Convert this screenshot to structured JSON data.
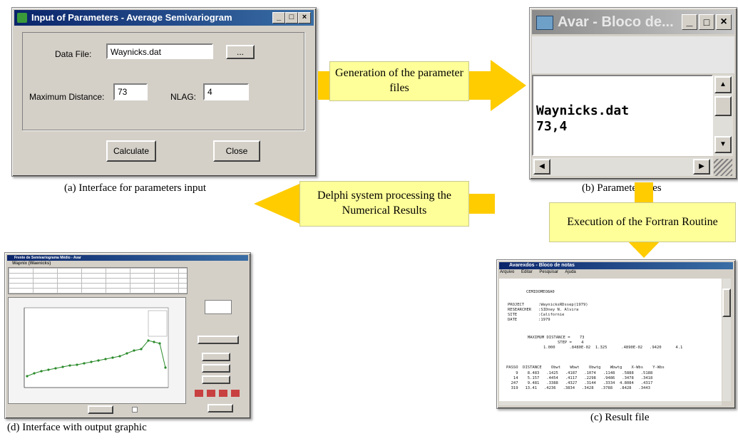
{
  "panel_a": {
    "title": "Input of Parameters - Average Semivariogram",
    "data_file_label": "Data File:",
    "data_file_value": "Waynicks.dat",
    "browse_label": "...",
    "max_distance_label": "Maximum Distance:",
    "max_distance_value": "73",
    "nlag_label": "NLAG:",
    "nlag_value": "4",
    "calculate_label": "Calculate",
    "close_label": "Close",
    "caption": "(a) Interface for parameters input"
  },
  "panel_b": {
    "title": "Avar - Bloco de...",
    "line1": "Waynicks.dat",
    "line2": "73,4",
    "caption": "(b) Parameter files"
  },
  "panel_c": {
    "title": "Avarexdos - Bloco de notas",
    "menu": [
      "Arquivo",
      "Editar",
      "Pesquisar",
      "Ajuda"
    ],
    "header": "CEMIDOMEO8A0",
    "meta_lines": [
      "PROJECT      :WaynicksRDssep(1979)",
      "RESEARCHER   :SIDney N. Alvira",
      "SITE         :Californie",
      "DATE         :1979"
    ],
    "max_distance_line": "MAXIMUM DISTANCE =    73",
    "step_line": "STEP =    4",
    "values_line": "1.000      .8480E-02  1.325      .4890E-02   .9420      4.1",
    "table_header": "PASSO  DISTANCE    Obwt    Wbwt    Obwtg    Wbwtg    X-Wbs    Y-Wbs",
    "table_rows": [
      "    9    8.483   .1425   .4187   .1074   .1148   .5888   .5188",
      "   14    5.157   .4454   .4117   .2298   .9486   .3478   .3418",
      "  247    9.481   .3388   .4327   .3144   .3334  4.8084   .4317",
      "  319   13.41   .4236   .3834   .3428   .3788   .8428   .3443"
    ],
    "caption": "(c) Result file"
  },
  "panel_d": {
    "title": "Frente de Semivariograma Médio - Avar",
    "subtitle": "Wapnix (Waenicks)",
    "caption": "(d) Interface with output graphic"
  },
  "arrows": {
    "a_to_b": "Generation of the parameter files",
    "b_to_c": "Execution of the Fortran Routine",
    "c_to_d": "Delphi system processing the Numerical Results"
  },
  "colors": {
    "arrow": "#ffcc00",
    "note_bg": "#ffff99",
    "window_gray": "#d4d0c8",
    "title_blue": "#0a246a"
  }
}
